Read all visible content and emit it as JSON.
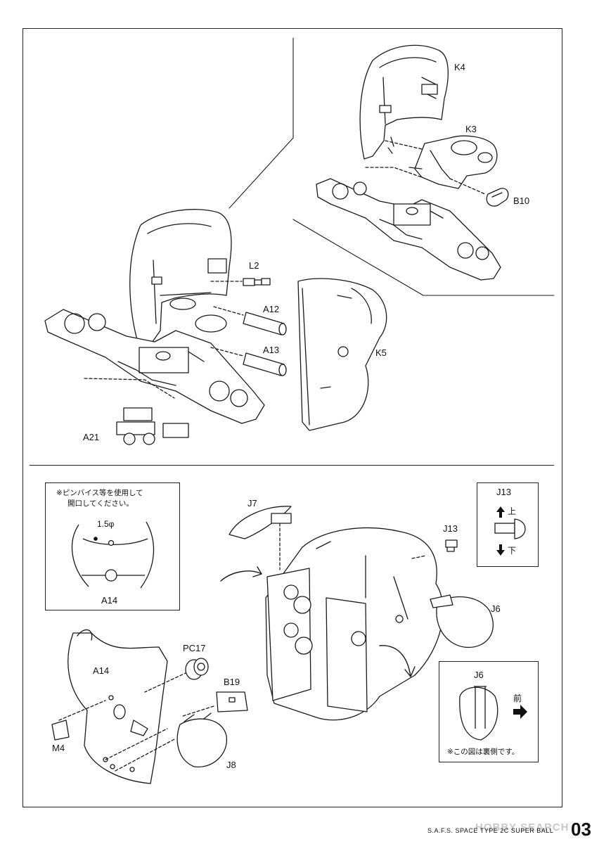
{
  "labels": {
    "K4": "K4",
    "K3": "K3",
    "B10": "B10",
    "L2": "L2",
    "A12": "A12",
    "A13": "A13",
    "K5": "K5",
    "A21": "A21",
    "J7": "J7",
    "J13": "J13",
    "J6": "J6",
    "A14": "A14",
    "PC17": "PC17",
    "B19": "B19",
    "M4": "M4",
    "J8": "J8"
  },
  "drill_box": {
    "note_line1": "※ピンバイス等を使用して",
    "note_line2": "開口してください。",
    "size": "1.5φ",
    "part": "A14"
  },
  "j13_box": {
    "title": "J13",
    "up": "上",
    "down": "下"
  },
  "j6_box": {
    "title": "J6",
    "front": "前",
    "note": "※この図は裏側です。"
  },
  "footer": {
    "product": "S.A.F.S. SPACE TYPE 2C  SUPER BALL",
    "page": "03",
    "watermark": "HOBBY SEARCH"
  }
}
